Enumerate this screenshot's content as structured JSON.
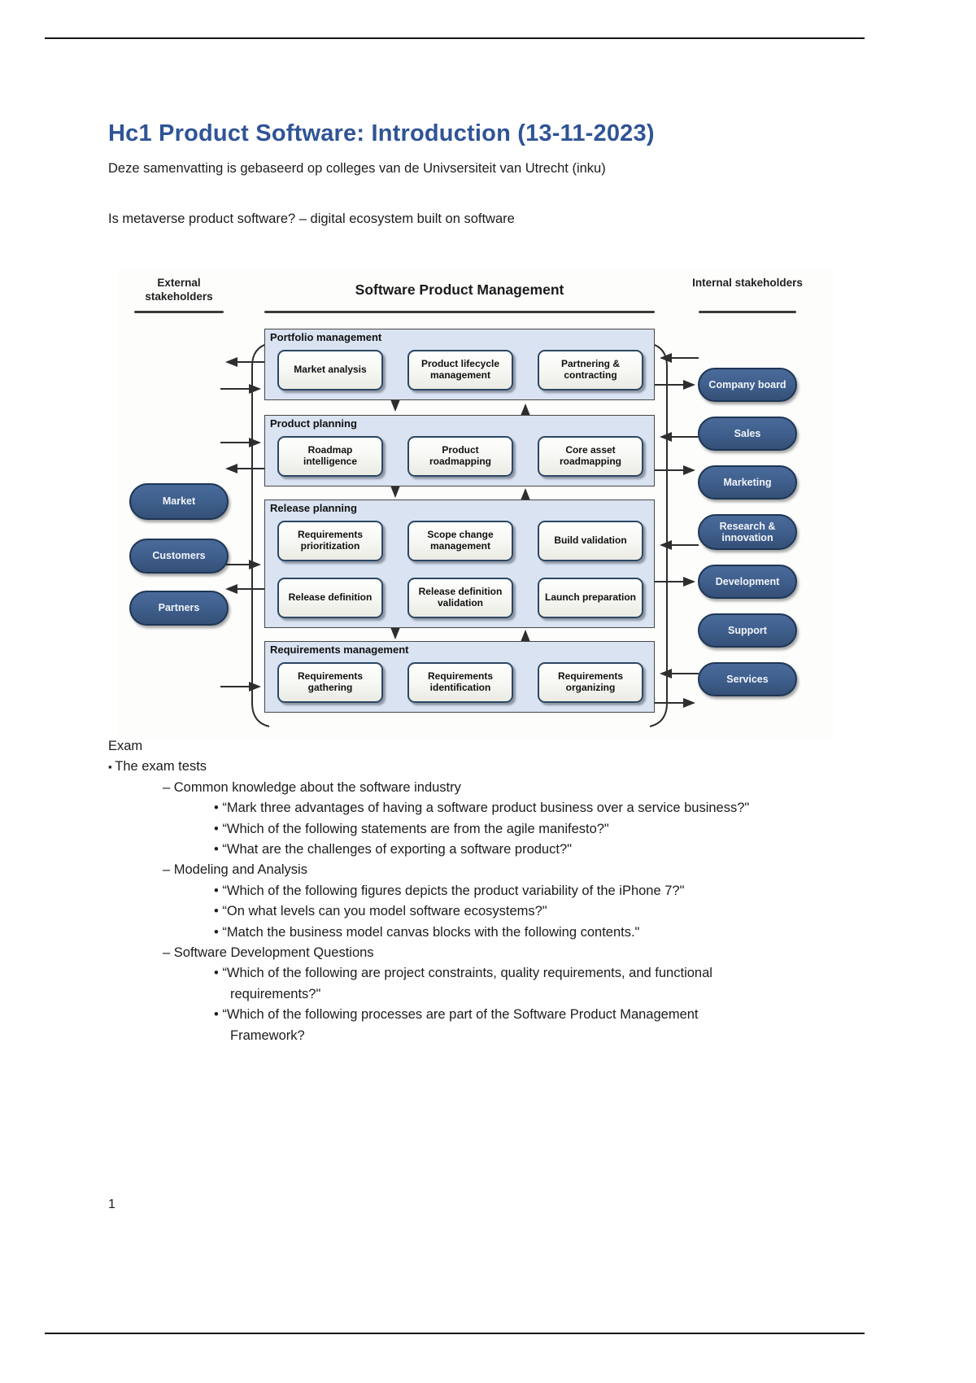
{
  "page": {
    "title": "Hc1 Product Software: Introduction (13-11-2023)",
    "subtitle": "Deze samenvatting is gebaseerd op colleges van de Univsersiteit van Utrecht (inku)",
    "intro_line": "Is metaverse product software? – digital ecosystem built on software",
    "number": "1"
  },
  "diagram": {
    "title": "Software Product Management",
    "external_label": "External stakeholders",
    "internal_label": "Internal stakeholders",
    "external_stakeholders": [
      "Market",
      "Customers",
      "Partners"
    ],
    "internal_stakeholders": [
      "Company board",
      "Sales",
      "Marketing",
      "Research & innovation",
      "Development",
      "Support",
      "Services"
    ],
    "sections": [
      {
        "label": "Portfolio management",
        "boxes": [
          "Market analysis",
          "Product lifecycle management",
          "Partnering & contracting"
        ]
      },
      {
        "label": "Product planning",
        "boxes": [
          "Roadmap intelligence",
          "Product roadmapping",
          "Core asset roadmapping"
        ]
      },
      {
        "label": "Release planning",
        "boxes": [
          "Requirements prioritization",
          "Scope change management",
          "Build validation",
          "Release definition",
          "Release definition validation",
          "Launch preparation"
        ]
      },
      {
        "label": "Requirements management",
        "boxes": [
          "Requirements gathering",
          "Requirements identification",
          "Requirements organizing"
        ]
      }
    ],
    "colors": {
      "section_bg": "#dae3f1",
      "box_border": "#2b4763",
      "oval_fill": "#40608e",
      "arrow": "#2e2e2e",
      "title_blue": "#2F5496"
    }
  },
  "exam": {
    "heading": "Exam",
    "intro": "The exam tests",
    "topics": [
      {
        "label": "Common knowledge about the software industry",
        "questions": [
          "“Mark three advantages of having a software product business over a service business?\"",
          "“Which of the following statements are from the agile manifesto?\"",
          "“What are the challenges of exporting a software product?\""
        ]
      },
      {
        "label": "Modeling and Analysis",
        "questions": [
          "“Which of the following figures depicts the product variability of the iPhone 7?\"",
          "“On what levels can you model software ecosystems?\"",
          "“Match the business model canvas blocks with the following contents.\""
        ]
      },
      {
        "label": "Software Development Questions",
        "questions": [
          "“Which of the following are project constraints, quality requirements, and functional requirements?\"",
          "“Which of the following processes are part of the Software Product Management Framework?"
        ]
      }
    ]
  }
}
